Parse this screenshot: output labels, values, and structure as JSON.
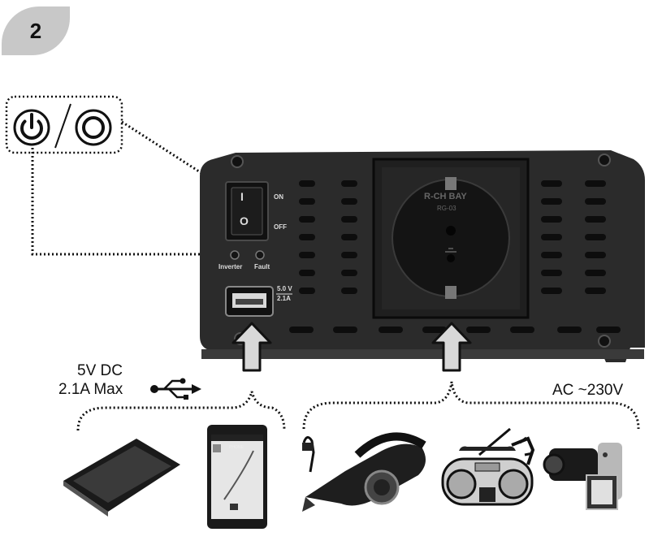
{
  "step": "2",
  "power_symbols": {
    "on_icon": "power-icon",
    "off_icon": "circle-off-icon",
    "separator": "/"
  },
  "device": {
    "switch_on_mark": "I",
    "switch_off_mark": "O",
    "on_label": "ON",
    "off_label": "OFF",
    "inverter_label": "Inverter",
    "fault_label": "Fault",
    "usb_voltage": "5.0 V",
    "usb_current": "2.1A",
    "socket_brand": "R-CH BAY",
    "socket_model": "RG-03"
  },
  "usb_output": {
    "line1": "5V DC",
    "line2": "2.1A Max",
    "icon": "usb-icon"
  },
  "ac_output": {
    "label": "AC ~230V"
  },
  "phone_screen_title": "PHONE",
  "compatible_devices": [
    "tablet",
    "smartphone",
    "handheld vacuum",
    "boombox radio",
    "camcorder"
  ]
}
